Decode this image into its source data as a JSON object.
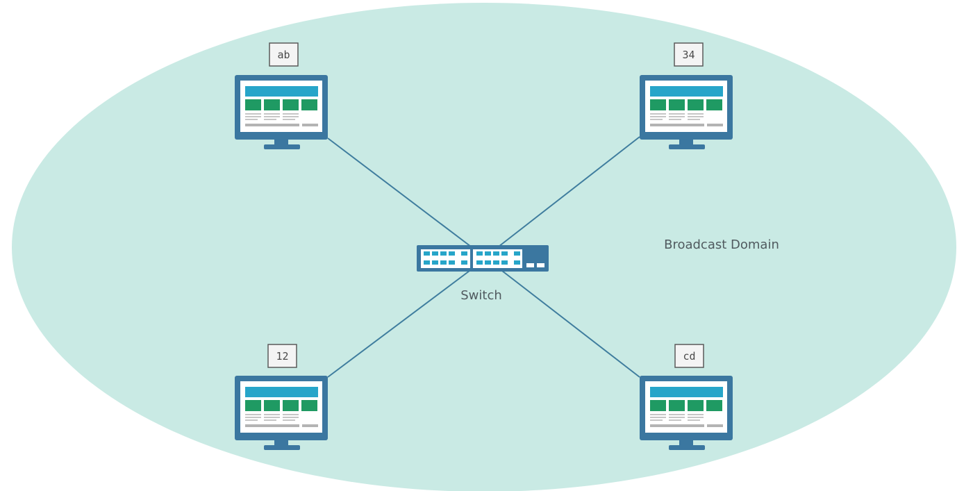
{
  "diagram": {
    "domain_label": "Broadcast Domain",
    "switch_label": "Switch",
    "hosts": [
      {
        "id": "ab"
      },
      {
        "id": "34"
      },
      {
        "id": "12"
      },
      {
        "id": "cd"
      }
    ]
  },
  "colors": {
    "domain_fill": "#c9eae4",
    "link": "#3f7d9e",
    "monitor_frame": "#3b77a0",
    "screen_header": "#27a5c9",
    "screen_tiles": "#1f9a63",
    "text_lines": "#b4b4b4"
  }
}
